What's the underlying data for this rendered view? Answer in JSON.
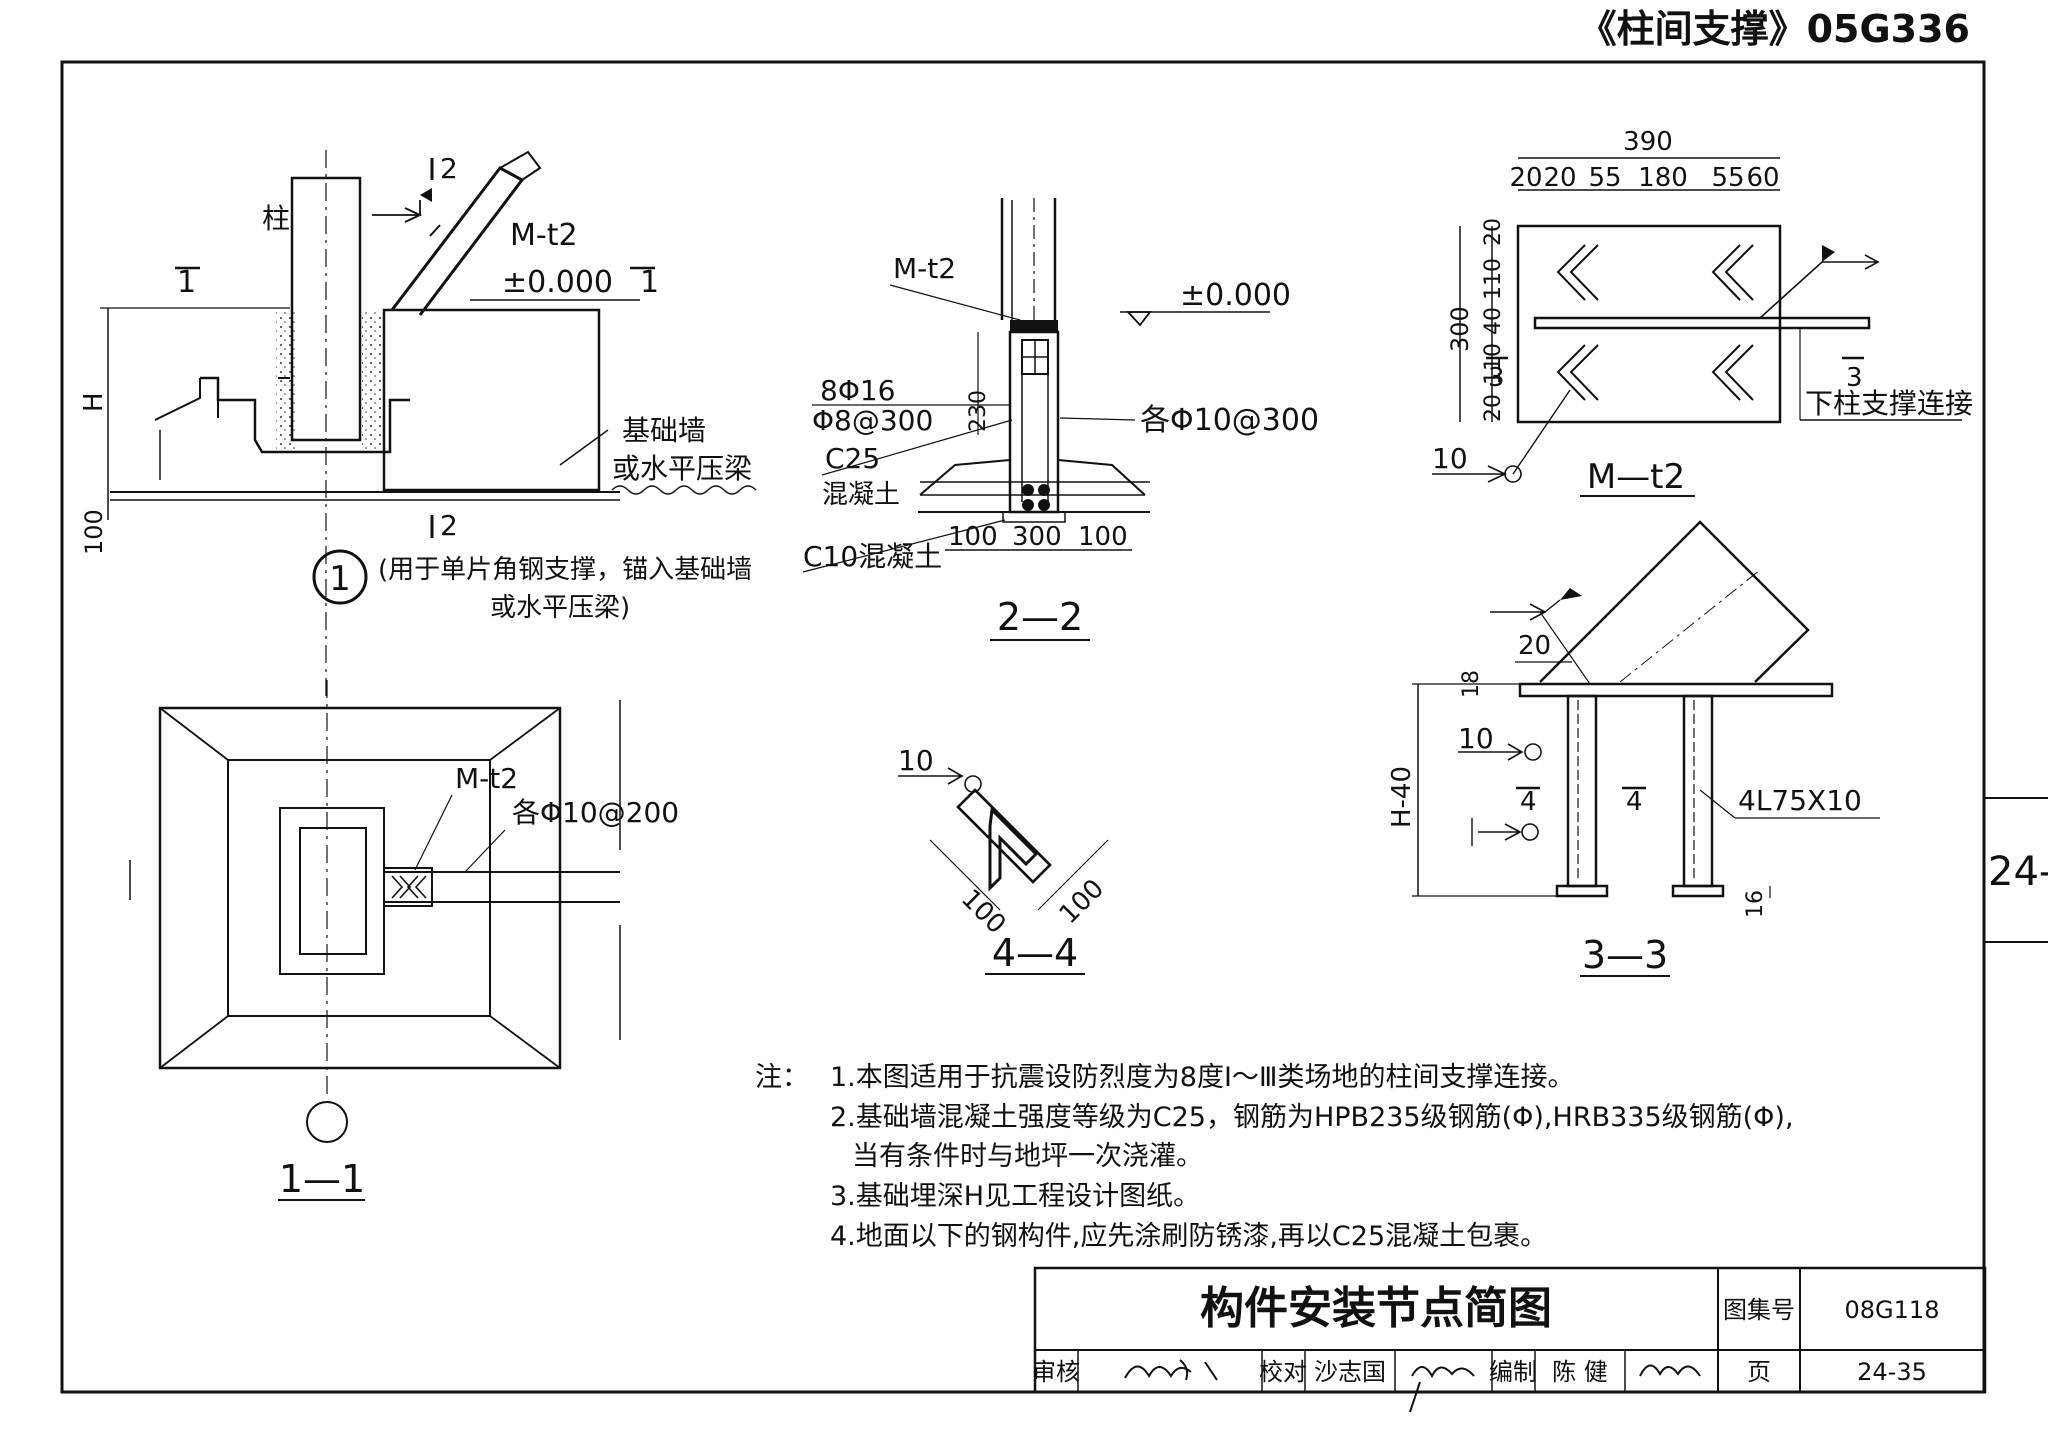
{
  "header": {
    "ref": "《柱间支撑》05G336"
  },
  "side_tab": "24-",
  "detail1": {
    "marker": "1",
    "col_label": "柱",
    "mark_1": "1",
    "mark_2": "2",
    "mt2": "M-t2",
    "level": "±0.000",
    "dim_h": "H",
    "dim_100": "100",
    "wall_line1": "基础墙",
    "wall_line2": "或水平压梁",
    "caption_line1": "(用于单片角钢支撑，锚入基础墙",
    "caption_line2": "或水平压梁)"
  },
  "section_2_2": {
    "mt2": "M-t2",
    "level": "±0.000",
    "rebar1": "8Φ16",
    "rebar2": "Φ8@300",
    "concrete1": "C25",
    "concrete2": "混凝土",
    "dim_230": "230",
    "stirrups": "各Φ10@300",
    "dim_a": "100",
    "dim_b": "300",
    "dim_c": "100",
    "c10": "C10混凝土",
    "title": "2—2"
  },
  "plate_mt2": {
    "dim_total": "390",
    "dims_top": [
      "20",
      "20",
      "55",
      "180",
      "55",
      "60"
    ],
    "dims_left": [
      "20",
      "110",
      "40",
      "110",
      "20"
    ],
    "dim_300": "300",
    "mark_3": "3",
    "weld": "10",
    "connect_label": "下柱支撑连接",
    "title": "M—t2"
  },
  "section_1_1": {
    "mt2": "M-t2",
    "rebar": "各Φ10@200",
    "title": "1—1"
  },
  "section_4_4": {
    "weld": "10",
    "dim_a": "100",
    "dim_b": "100",
    "title": "4—4"
  },
  "section_3_3": {
    "dim_20": "20",
    "dim_18": "18",
    "weld": "10",
    "dim_h40": "H-40",
    "mark_4": "4",
    "angle": "4L75X10",
    "dim_16": "16",
    "title": "3—3"
  },
  "notes": {
    "label": "注：",
    "items": [
      "1.本图适用于抗震设防烈度为8度Ⅰ～Ⅲ类场地的柱间支撑连接。",
      "2.基础墙混凝土强度等级为C25，钢筋为HPB235级钢筋(Φ),HRB335级钢筋(Φ),",
      "当有条件时与地坪一次浇灌。",
      "3.基础埋深H见工程设计图纸。",
      "4.地面以下的钢构件,应先涂刷防锈漆,再以C25混凝土包裹。"
    ]
  },
  "title_block": {
    "title": "构件安装节点简图",
    "atlas_label": "图集号",
    "atlas_no": "08G118",
    "page_label": "页",
    "page_no": "24-35",
    "review_label": "审核",
    "check_label": "校对",
    "checker": "沙志国",
    "draw_label": "编制",
    "drawer": "陈 健"
  }
}
